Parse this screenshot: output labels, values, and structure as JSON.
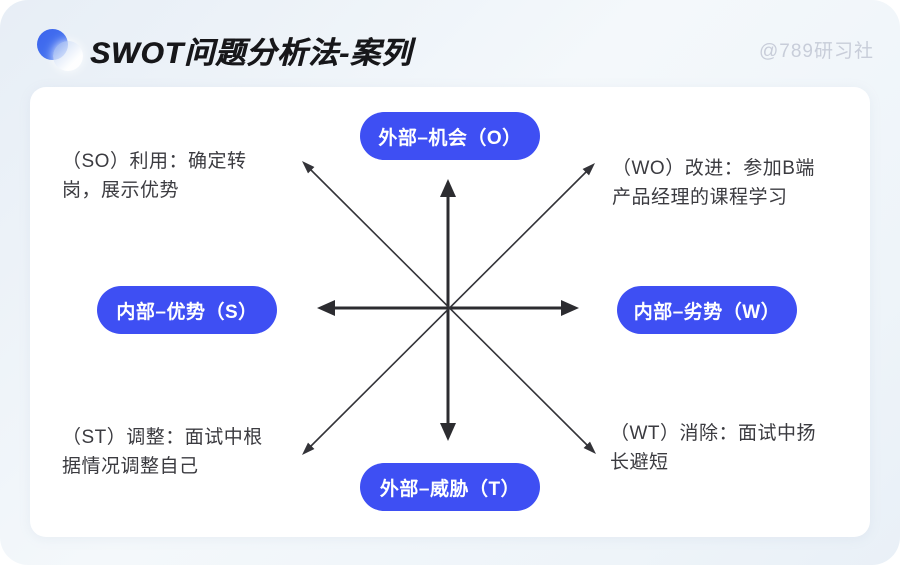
{
  "header": {
    "title": "SWOT问题分析法-案列",
    "handle": "@789研习社",
    "logo_icon": "overlapping-circles-logo"
  },
  "colors": {
    "accent_blue": "#3e4ff3",
    "arrow_dark": "#2c2c30",
    "body_text": "#3b3b40",
    "handle_gray": "#c8cdd9",
    "panel_background": "#edf2f8",
    "card_background": "#ffffff"
  },
  "diagram": {
    "type": "swot-cross",
    "nodes": [
      {
        "id": "opportunity",
        "position": "top",
        "label": "外部–机会（O）"
      },
      {
        "id": "strength",
        "position": "left",
        "label": "内部–优势（S）"
      },
      {
        "id": "weakness",
        "position": "right",
        "label": "内部–劣势（W）"
      },
      {
        "id": "threat",
        "position": "bottom",
        "label": "外部–威胁（T）"
      }
    ],
    "strategies": [
      {
        "id": "so",
        "quadrant": "top-left",
        "text": "（SO）利用：确定转\n岗，展示优势"
      },
      {
        "id": "wo",
        "quadrant": "top-right",
        "text": "（WO）改进：参加B端\n产品经理的课程学习"
      },
      {
        "id": "st",
        "quadrant": "bottom-left",
        "text": "（ST）调整：面试中根\n据情况调整自己"
      },
      {
        "id": "wt",
        "quadrant": "bottom-right",
        "text": "（WT）消除：面试中扬\n长避短"
      }
    ],
    "arrows": "eight-direction double-headed cross from center"
  }
}
